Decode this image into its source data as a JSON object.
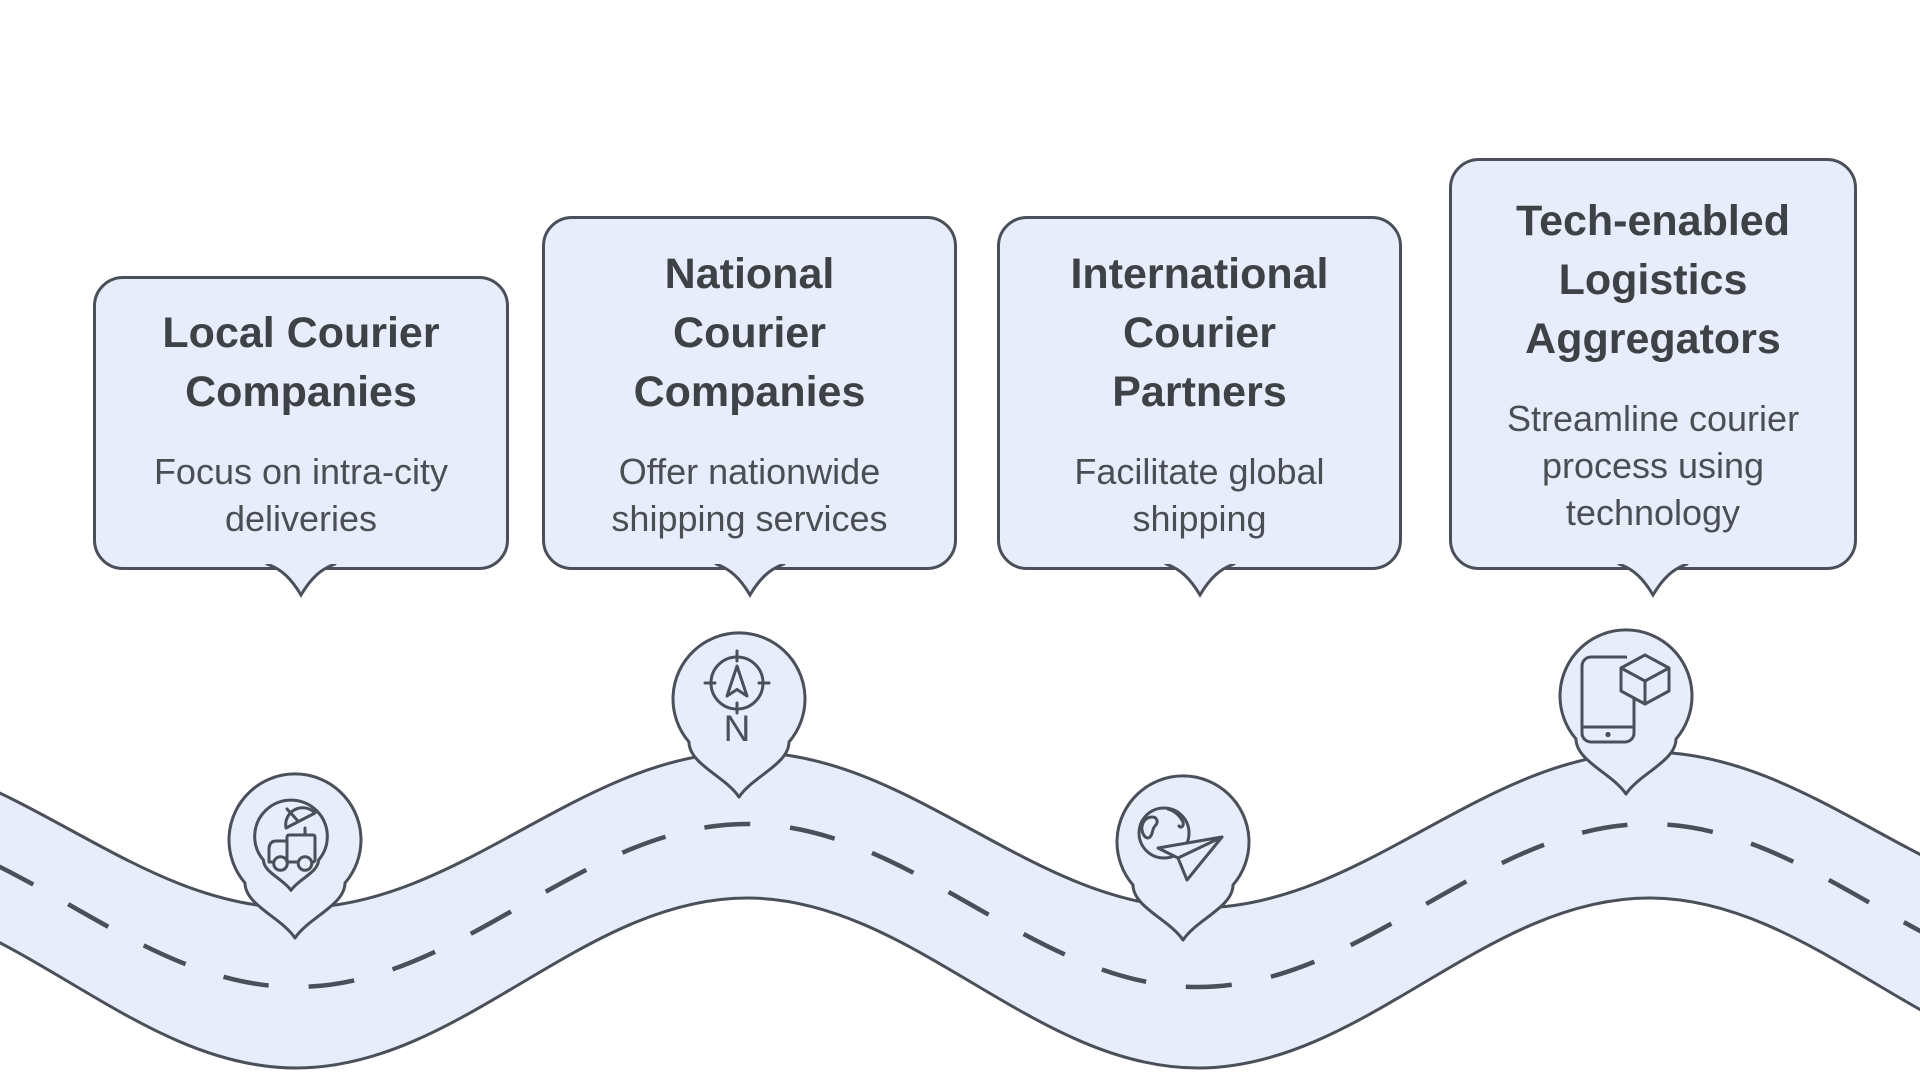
{
  "palette": {
    "background": "#ffffff",
    "bubble_fill": "#e8edfb",
    "outline": "#4a4f59",
    "title_color": "#3e4247",
    "body_color": "#4b4e54"
  },
  "diagram": {
    "kind": "roadmap-journey",
    "road": "wavy road band with dashed centerline and four map-pin milestones"
  },
  "stages": [
    {
      "title": "Local Courier\nCompanies",
      "description": "Focus on intra-city\ndeliveries",
      "icon": "delivery-truck-satellite-icon"
    },
    {
      "title": "National\nCourier\nCompanies",
      "description": "Offer nationwide\nshipping services",
      "icon": "compass-icon",
      "compass_label": "N"
    },
    {
      "title": "International\nCourier\nPartners",
      "description": "Facilitate global\nshipping",
      "icon": "globe-paper-plane-icon"
    },
    {
      "title": "Tech-enabled\nLogistics\nAggregators",
      "description": "Streamline courier\nprocess using\ntechnology",
      "icon": "smartphone-package-icon"
    }
  ]
}
